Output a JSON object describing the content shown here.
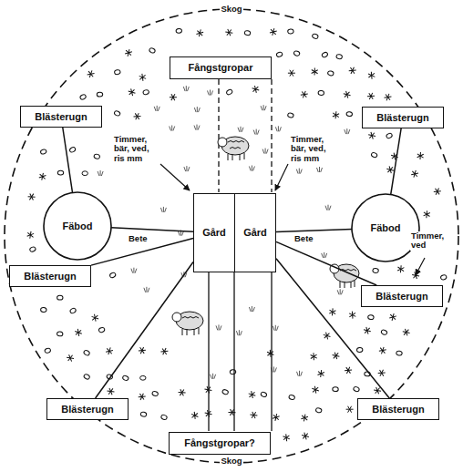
{
  "diagram": {
    "nodes": [
      {
        "text": [
          "Fångstgropar"
        ]
      },
      {
        "text": [
          "Blästerugn"
        ]
      },
      {
        "text": [
          "Blästerugn"
        ]
      },
      {
        "text": [
          "Fäbod"
        ]
      },
      {
        "text": [
          "Fäbod"
        ]
      },
      {
        "text": [
          "Gård"
        ]
      },
      {
        "text": [
          "Gård"
        ]
      },
      {
        "text": [
          "Blästerugn"
        ]
      },
      {
        "text": [
          "Blästerugn"
        ]
      },
      {
        "text": [
          "Blästerugn"
        ]
      },
      {
        "text": [
          "Blästerugn"
        ]
      },
      {
        "text": [
          "Fångstgropar?"
        ]
      }
    ],
    "edges": [
      {
        "from": 3,
        "to": 1,
        "arrow": "none"
      },
      {
        "from": 3,
        "to": 5,
        "arrow": "none"
      },
      {
        "from": 4,
        "to": 2,
        "arrow": "none"
      },
      {
        "from": 4,
        "to": 6,
        "arrow": "none"
      },
      {
        "from": 5,
        "to": 7,
        "arrow": "none"
      },
      {
        "from": 5,
        "to": 9,
        "arrow": "none"
      },
      {
        "from": 6,
        "to": 8,
        "arrow": "none"
      },
      {
        "from": 6,
        "to": 10,
        "arrow": "none"
      }
    ],
    "labels": [
      "Skog",
      "Timmer, bär, ved, ris mm",
      "Timmer, bär, ved, ris mm",
      "Bete",
      "Bete",
      "Timmer, ved",
      "Skog"
    ]
  }
}
